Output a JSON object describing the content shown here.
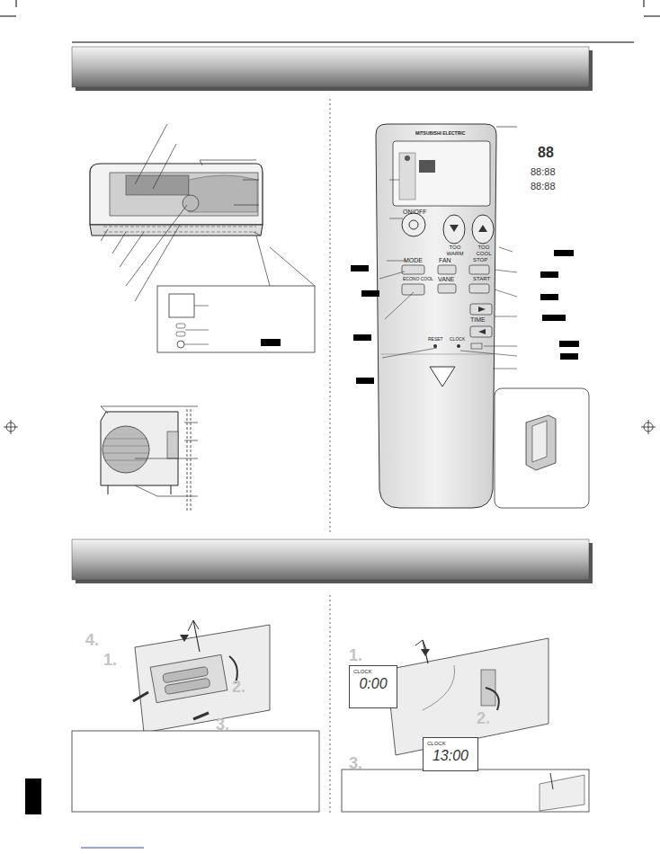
{
  "diagram": {
    "nodes": [
      {
        "text": [
          "CLOCK",
          "0:00"
        ]
      },
      {
        "text": [
          "CLOCK",
          "13:00"
        ]
      }
    ],
    "labels": [
      "MITSUBISHI ELECTRIC",
      "88",
      "88:88",
      "88:88",
      "ON/OFF",
      "TOO WARM",
      "TOO COOL",
      "MODE",
      "FAN",
      "STOP",
      "ECONO COOL",
      "VANE",
      "START",
      "TIME",
      "RESET",
      "CLOCK",
      "4.",
      "1.",
      "2.",
      "3.",
      "1.",
      "2.",
      "3."
    ]
  }
}
